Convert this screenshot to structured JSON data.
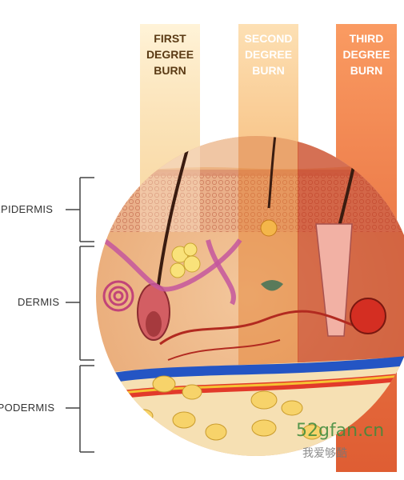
{
  "burns": [
    {
      "lines": [
        "FIRST",
        "DEGREE",
        "BURN"
      ],
      "text_color": "#5a3a14",
      "band_color": "#f7d08a"
    },
    {
      "lines": [
        "SECOND",
        "DEGREE",
        "BURN"
      ],
      "text_color": "#ffffff",
      "band_color": "#f29a3a"
    },
    {
      "lines": [
        "THIRD",
        "DEGREE",
        "BURN"
      ],
      "text_color": "#ffffff",
      "band_color": "#e85a1e"
    }
  ],
  "layers": {
    "epidermis": "EPIDERMIS",
    "dermis": "DERMIS",
    "hypodermis": "HYPODERMIS"
  },
  "watermark": {
    "site": "52gfan.cn",
    "sub": "我爱够酷"
  }
}
